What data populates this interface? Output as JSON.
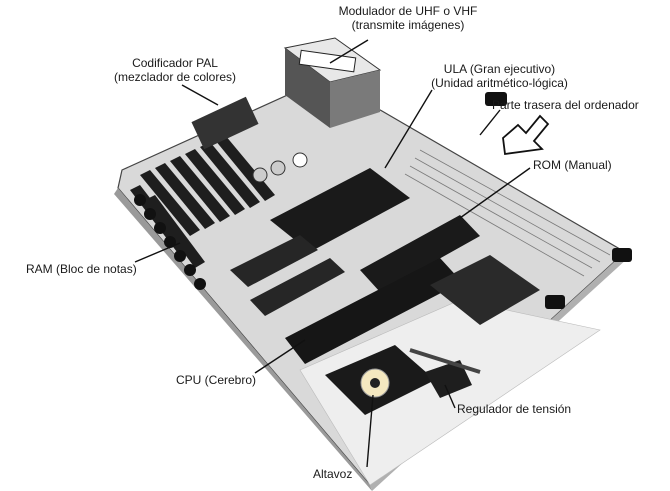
{
  "labels": {
    "modulador": {
      "line1": "Modulador de UHF o VHF",
      "line2": "(transmite imágenes)"
    },
    "codificador": {
      "line1": "Codificador PAL",
      "line2": "(mezclador de colores)"
    },
    "ula": {
      "line1": "ULA (Gran ejecutivo)",
      "line2": "(Unidad aritmético-lógica)"
    },
    "trasera": "Parte trasera del ordenador",
    "rom": "ROM (Manual)",
    "ram": "RAM (Bloc de notas)",
    "cpu": "CPU (Cerebro)",
    "regulador": "Regulador de tensión",
    "altavoz": "Altavoz"
  }
}
